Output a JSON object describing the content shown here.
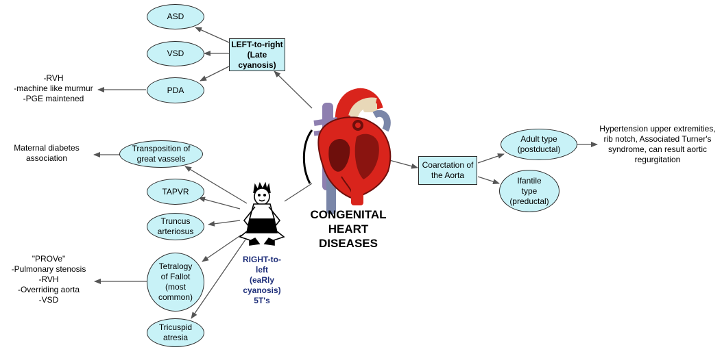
{
  "title": "CONGENITAL\nHEART\nDISEASES",
  "left_to_right": {
    "label": "LEFT-to-right\n(Late\ncyanosis)",
    "items": [
      "ASD",
      "VSD",
      "PDA"
    ],
    "pda_note": "-RVH\n-machine like murmur\n-PGE maintened"
  },
  "right_to_left": {
    "label": "RIGHT-to-\nleft\n(eaRly\ncyanosis)\n5T's",
    "items": [
      "Transposition of\ngreat vassels",
      "TAPVR",
      "Truncus\narteriosus",
      "Tetralogy\nof Fallot\n(most\ncommon)",
      "Tricuspid\natresia"
    ],
    "transposition_note": "Maternal diabetes\nassociation",
    "tof_note": "\"PROVe\"\n-Pulmonary stenosis\n-RVH\n-Overriding aorta\n-VSD"
  },
  "coarctation": {
    "label": "Coarctation of\nthe Aorta",
    "adult": "Adult type\n(postductal)",
    "infantile": "Ifantile\ntype\n(preductal)",
    "adult_note": "Hypertension upper extremities,\nrib notch, Associated Turner's\nsyndrome, can result aortic\nregurgitation"
  },
  "colors": {
    "node_fill": "#c8f2f7",
    "node_border": "#2b2b2b",
    "arrow": "#555555",
    "rl_label": "#1f2f7a",
    "heart_red": "#d9241c",
    "heart_dark": "#6e0f0c",
    "aorta_blue": "#7a86a8",
    "vena_blue": "#8e7fb0"
  }
}
